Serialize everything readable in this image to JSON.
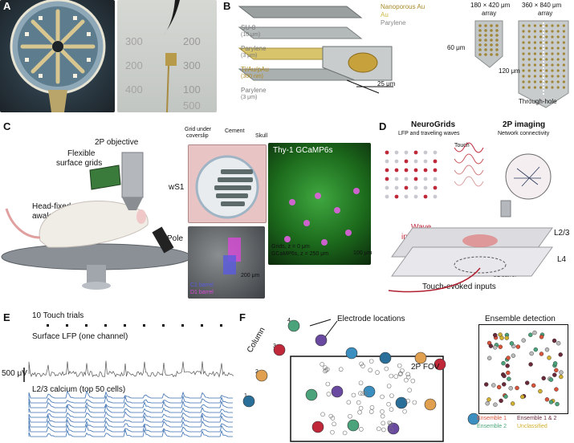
{
  "panels": {
    "A": {
      "letter": "A",
      "ruler_ticks": [
        "200",
        "300",
        "300",
        "200",
        "100",
        "400",
        "500"
      ]
    },
    "B": {
      "letter": "B",
      "layers": [
        {
          "name": "SU-8",
          "thickness": "(10 μm)"
        },
        {
          "name": "Parylene",
          "thickness": "(3 μm)"
        },
        {
          "name": "Ti/Au/pAu",
          "thickness": "(300 nm)"
        },
        {
          "name": "Parylene",
          "thickness": "(3 μm)"
        }
      ],
      "legend": [
        "Nanoporous Au",
        "Au",
        "Parylene"
      ],
      "scale": "25 μm",
      "arrays": [
        {
          "size": "180 × 420 μm",
          "label": "array",
          "pitch": "60 μm"
        },
        {
          "size": "360 × 840 μm",
          "label": "array",
          "pitch": "120 μm"
        }
      ],
      "through_hole": "Through-hole"
    },
    "C": {
      "letter": "C",
      "objective": "2P objective",
      "grids": "Flexible\nsurface grids",
      "grids_l1": "Flexible",
      "grids_l2": "surface grids",
      "animal_l1": "Head-fixed,",
      "animal_l2": "awake animal",
      "region": "wS1",
      "pole": "Pole",
      "inset_labels": [
        "Grid under\ncoverslip",
        "Cement",
        "Skull"
      ],
      "grid_under_l1": "Grid under",
      "grid_under_l2": "coverslip",
      "cement": "Cement",
      "skull": "Skull",
      "micro_title": "Thy-1 GCaMP6s",
      "micro_caption_l1": "Grids, z = 0 μm",
      "micro_caption_l2": "GCaMP6s, z = 250 μm",
      "micro_scale": "100 μm",
      "barrel_scale": "200 μm",
      "barrel_c1": "C1 barrel",
      "barrel_d1": "D1 barrel"
    },
    "D": {
      "letter": "D",
      "neurogrids": "NeuroGrids",
      "neurogrids_sub": "LFP and traveling waves",
      "imaging": "2P imaging",
      "imaging_sub": "Network connectivity",
      "touch": "Touch",
      "wave_l1": "Wave",
      "wave_l2": "initiation",
      "l23": "L2/3",
      "l4": "L4",
      "c1_barrel": "C1 barrel",
      "inputs": "Touch-evoked inputs"
    },
    "E": {
      "letter": "E",
      "trials": "10 Touch trials",
      "lfp": "Surface LFP (one channel)",
      "scale": "500 μV",
      "calcium": "L2/3 calcium (top 50 cells)"
    },
    "F": {
      "letter": "F",
      "electrodes": "Electrode locations",
      "column": "Column",
      "col_nums": [
        "1",
        "2",
        "3",
        "4"
      ],
      "fov": "2P FOV",
      "ensemble_title": "Ensemble detection",
      "ens1": "Ensemble 1",
      "ens2": "Ensemble 2",
      "ens12": "Ensemble 1 & 2",
      "unclassified": "Unclassified"
    }
  },
  "colors": {
    "gold": "#c8a84a",
    "red": "#c0283a",
    "green_micro": "#1f8f2a",
    "blue_trace": "#3a6fb0",
    "ens1": "#d9543a",
    "ens2": "#4aa37a",
    "ens12": "#6b2a3a"
  }
}
